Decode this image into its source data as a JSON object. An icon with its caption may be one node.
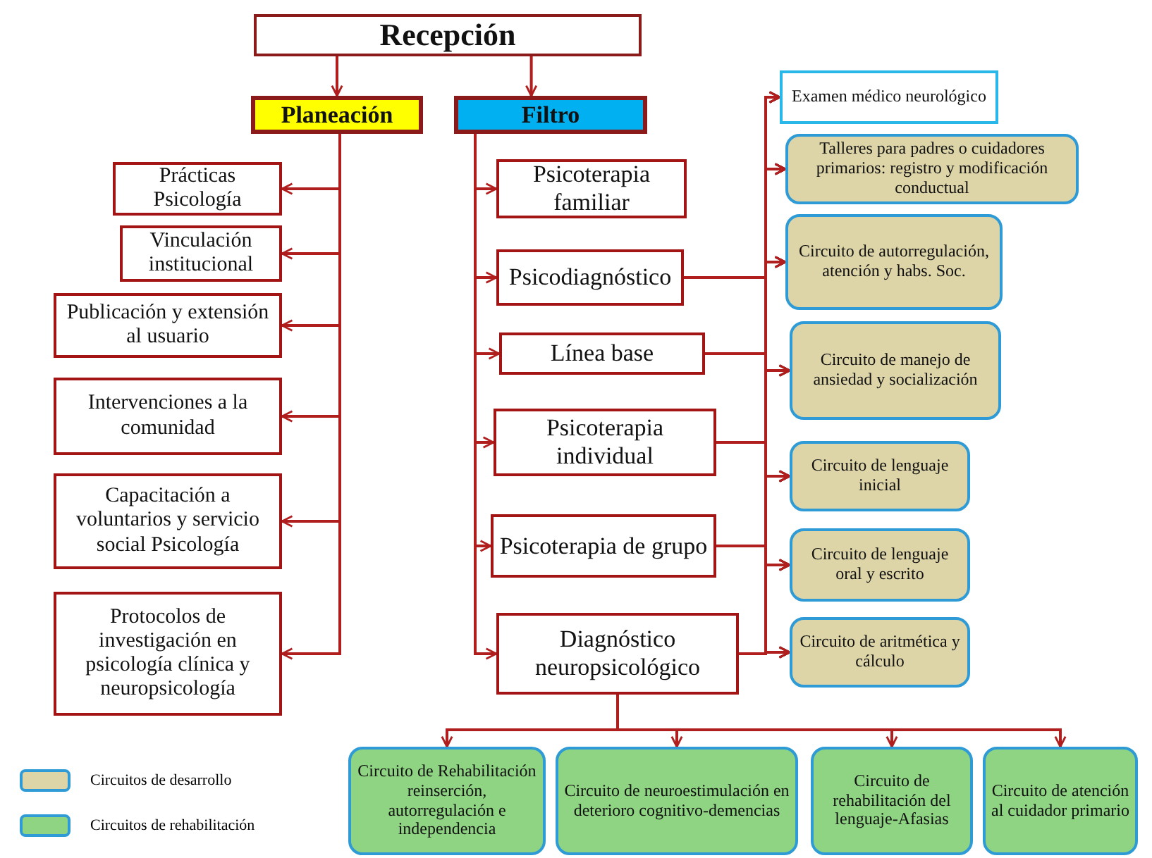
{
  "diagram": {
    "nodes": [
      {
        "text": [
          "Recepción"
        ]
      },
      {
        "text": [
          "Planeación"
        ]
      },
      {
        "text": [
          "Filtro"
        ]
      },
      {
        "text": [
          "Prácticas Psicología"
        ]
      },
      {
        "text": [
          "Vinculación institucional"
        ]
      },
      {
        "text": [
          "Publicación y extensión al usuario"
        ]
      },
      {
        "text": [
          "Intervenciones a la comunidad"
        ]
      },
      {
        "text": [
          "Capacitación a voluntarios y servicio social Psicología"
        ]
      },
      {
        "text": [
          "Protocolos de investigación en psicología clínica y neuropsicología"
        ]
      },
      {
        "text": [
          "Psicoterapia familiar"
        ]
      },
      {
        "text": [
          "Psicodiagnóstico"
        ]
      },
      {
        "text": [
          "Línea base"
        ]
      },
      {
        "text": [
          "Psicoterapia individual"
        ]
      },
      {
        "text": [
          "Psicoterapia de grupo"
        ]
      },
      {
        "text": [
          "Diagnóstico neuropsicológico"
        ]
      },
      {
        "text": [
          "Examen médico neurológico"
        ]
      },
      {
        "text": [
          "Talleres para padres o cuidadores primarios: registro y modificación conductual"
        ]
      },
      {
        "text": [
          "Circuito de autorregulación, atención y habs. Soc."
        ]
      },
      {
        "text": [
          "Circuito de manejo de ansiedad y socialización"
        ]
      },
      {
        "text": [
          "Circuito de lenguaje inicial"
        ]
      },
      {
        "text": [
          "Circuito de lenguaje oral y escrito"
        ]
      },
      {
        "text": [
          "Circuito de aritmética y cálculo"
        ]
      },
      {
        "text": [
          "Circuito de Rehabilitación reinserción, autorregulación e independencia"
        ]
      },
      {
        "text": [
          "Circuito de neuroestimulación en deterioro cognitivo-demencias"
        ]
      },
      {
        "text": [
          "Circuito de rehabilitación del lenguaje-Afasias"
        ]
      },
      {
        "text": [
          "Circuito de atención al cuidador primario"
        ]
      }
    ],
    "edges": [
      {
        "from": 0,
        "to": 1,
        "arrow": "to"
      },
      {
        "from": 0,
        "to": 2,
        "arrow": "to"
      },
      {
        "from": 1,
        "to": 3,
        "arrow": "to"
      },
      {
        "from": 1,
        "to": 4,
        "arrow": "to"
      },
      {
        "from": 1,
        "to": 5,
        "arrow": "to"
      },
      {
        "from": 1,
        "to": 6,
        "arrow": "to"
      },
      {
        "from": 1,
        "to": 7,
        "arrow": "to"
      },
      {
        "from": 1,
        "to": 8,
        "arrow": "to"
      },
      {
        "from": 2,
        "to": 9,
        "arrow": "to"
      },
      {
        "from": 2,
        "to": 10,
        "arrow": "to"
      },
      {
        "from": 2,
        "to": 11,
        "arrow": "to"
      },
      {
        "from": 2,
        "to": 12,
        "arrow": "to"
      },
      {
        "from": 2,
        "to": 13,
        "arrow": "to"
      },
      {
        "from": 2,
        "to": 14,
        "arrow": "to"
      },
      {
        "from": 10,
        "to": 15,
        "arrow": "to"
      },
      {
        "from": 10,
        "to": 16,
        "arrow": "to"
      },
      {
        "from": 10,
        "to": 17,
        "arrow": "to"
      },
      {
        "from": 10,
        "to": 18,
        "arrow": "to"
      },
      {
        "from": 10,
        "to": 19,
        "arrow": "to"
      },
      {
        "from": 10,
        "to": 20,
        "arrow": "to"
      },
      {
        "from": 10,
        "to": 21,
        "arrow": "to"
      },
      {
        "from": 11,
        "to": 15,
        "arrow": "to"
      },
      {
        "from": 11,
        "to": 16,
        "arrow": "to"
      },
      {
        "from": 11,
        "to": 17,
        "arrow": "to"
      },
      {
        "from": 11,
        "to": 18,
        "arrow": "to"
      },
      {
        "from": 11,
        "to": 19,
        "arrow": "to"
      },
      {
        "from": 11,
        "to": 20,
        "arrow": "to"
      },
      {
        "from": 11,
        "to": 21,
        "arrow": "to"
      },
      {
        "from": 12,
        "to": 15,
        "arrow": "to"
      },
      {
        "from": 12,
        "to": 16,
        "arrow": "to"
      },
      {
        "from": 12,
        "to": 17,
        "arrow": "to"
      },
      {
        "from": 12,
        "to": 18,
        "arrow": "to"
      },
      {
        "from": 12,
        "to": 19,
        "arrow": "to"
      },
      {
        "from": 12,
        "to": 20,
        "arrow": "to"
      },
      {
        "from": 12,
        "to": 21,
        "arrow": "to"
      },
      {
        "from": 13,
        "to": 15,
        "arrow": "to"
      },
      {
        "from": 13,
        "to": 16,
        "arrow": "to"
      },
      {
        "from": 13,
        "to": 17,
        "arrow": "to"
      },
      {
        "from": 13,
        "to": 18,
        "arrow": "to"
      },
      {
        "from": 13,
        "to": 19,
        "arrow": "to"
      },
      {
        "from": 13,
        "to": 20,
        "arrow": "to"
      },
      {
        "from": 13,
        "to": 21,
        "arrow": "to"
      },
      {
        "from": 14,
        "to": 15,
        "arrow": "to"
      },
      {
        "from": 14,
        "to": 16,
        "arrow": "to"
      },
      {
        "from": 14,
        "to": 17,
        "arrow": "to"
      },
      {
        "from": 14,
        "to": 18,
        "arrow": "to"
      },
      {
        "from": 14,
        "to": 19,
        "arrow": "to"
      },
      {
        "from": 14,
        "to": 20,
        "arrow": "to"
      },
      {
        "from": 14,
        "to": 21,
        "arrow": "to"
      },
      {
        "from": 14,
        "to": 22,
        "arrow": "to"
      },
      {
        "from": 14,
        "to": 23,
        "arrow": "to"
      },
      {
        "from": 14,
        "to": 24,
        "arrow": "to"
      },
      {
        "from": 14,
        "to": 25,
        "arrow": "to"
      }
    ],
    "legend": [
      {
        "text": "Circuitos de desarrollo",
        "color": "#ddd5a8"
      },
      {
        "text": "Circuitos de rehabilitación",
        "color": "#8fd483"
      }
    ]
  }
}
